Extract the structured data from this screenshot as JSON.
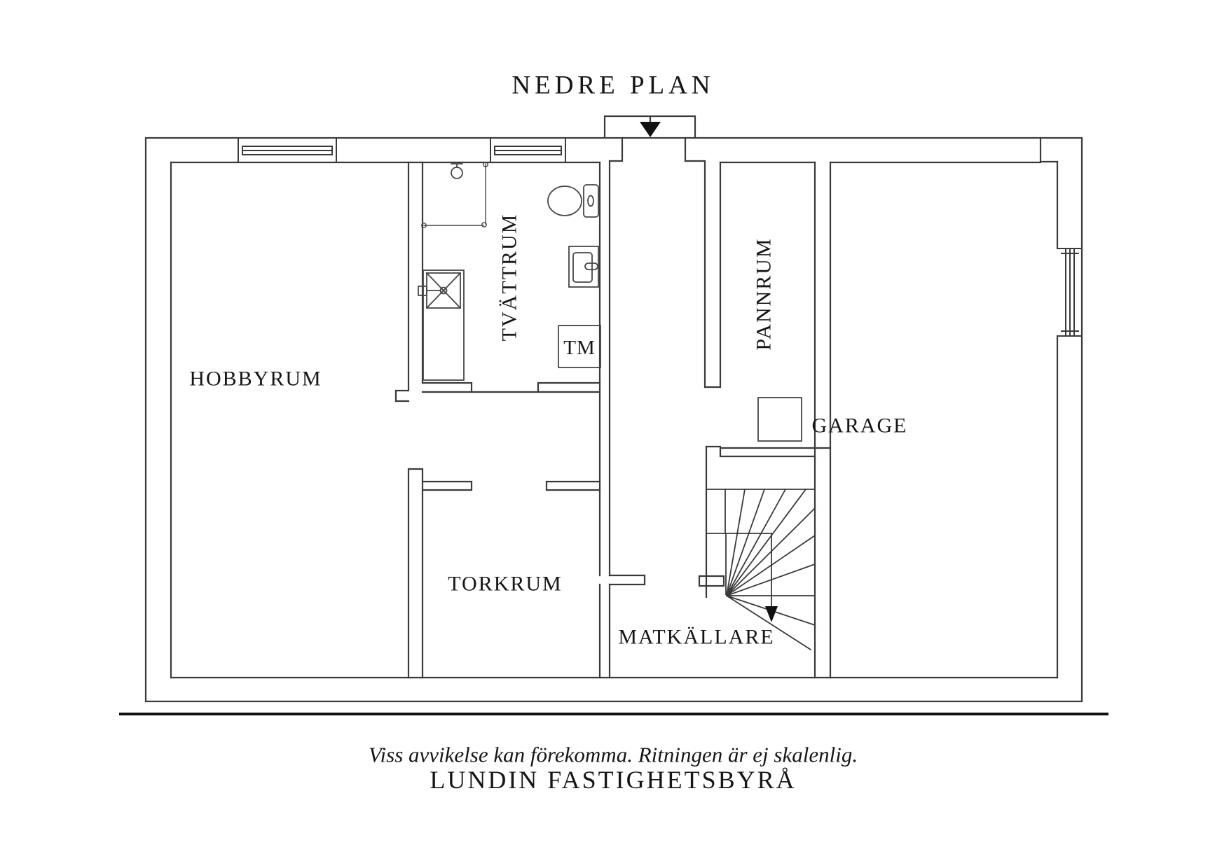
{
  "title": "NEDRE PLAN",
  "rooms": [
    {
      "id": "hobbyrum",
      "label": "HOBBYRUM"
    },
    {
      "id": "tvattrum",
      "label": "TVÄTTRUM"
    },
    {
      "id": "pannrum",
      "label": "PANNRUM"
    },
    {
      "id": "torkrum",
      "label": "TORKRUM"
    },
    {
      "id": "matkallare",
      "label": "MATKÄLLARE"
    },
    {
      "id": "garage",
      "label": "GARAGE"
    }
  ],
  "appliances": [
    {
      "id": "tm",
      "label": "TM"
    }
  ],
  "footer": {
    "disclaimer": "Viss avvikelse kan förekomma. Ritningen är ej skalenlig.",
    "brand": "LUNDIN FASTIGHETSBYRÅ"
  },
  "colors": {
    "wall_line": "#3a3a3a",
    "fixture_line": "#464646",
    "text": "#161616",
    "background": "#ffffff"
  }
}
